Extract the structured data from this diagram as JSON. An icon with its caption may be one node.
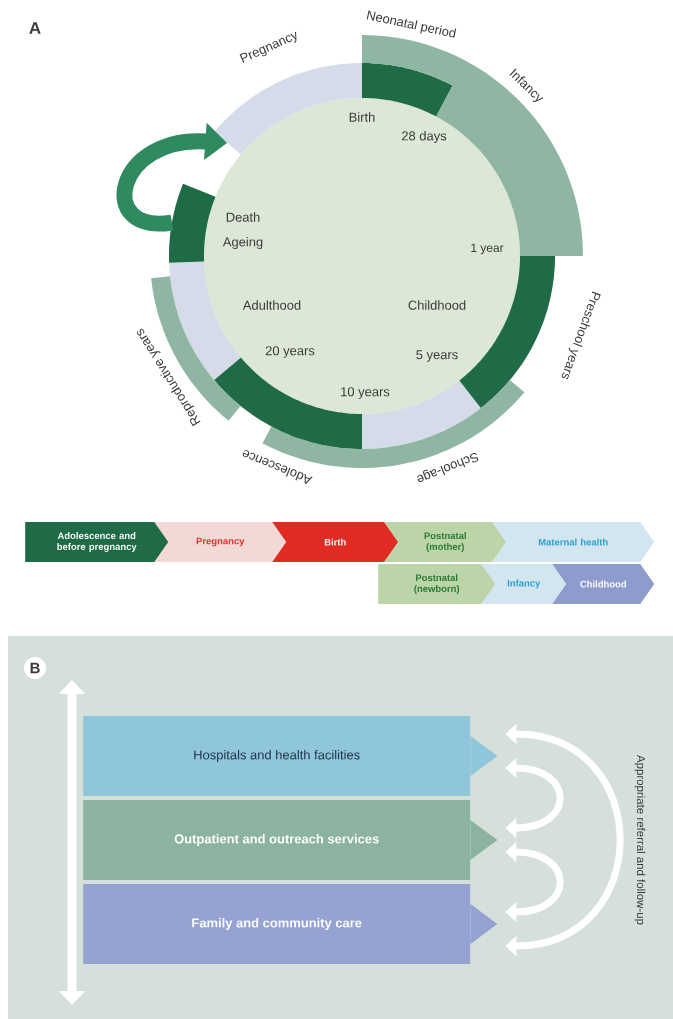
{
  "diagram": {
    "nodes": [
      {
        "text": [
          "Pregnancy"
        ]
      },
      {
        "text": [
          "Neonatal period"
        ]
      },
      {
        "text": [
          "Infancy"
        ]
      },
      {
        "text": [
          "Preschool years"
        ]
      },
      {
        "text": [
          "School-age"
        ]
      },
      {
        "text": [
          "Adolescence"
        ]
      },
      {
        "text": [
          "Reproductive years"
        ]
      },
      {
        "text": [],
        "shape": "bar",
        "beside": [
          "Death",
          "Ageing"
        ]
      },
      {
        "text": [
          "Adolescence and before pregnancy"
        ]
      },
      {
        "text": [
          "Pregnancy"
        ]
      },
      {
        "text": [
          "Birth"
        ]
      },
      {
        "text": [
          "Postnatal (mother)"
        ]
      },
      {
        "text": [
          "Maternal health"
        ]
      },
      {
        "text": [
          "Postnatal (newborn)"
        ]
      },
      {
        "text": [
          "Infancy"
        ]
      },
      {
        "text": [
          "Childhood"
        ]
      },
      {
        "text": [
          "Hospitals and health facilities"
        ]
      },
      {
        "text": [
          "Outpatient and outreach services"
        ]
      },
      {
        "text": [
          "Family and community care"
        ]
      }
    ],
    "edges": [
      {
        "from": 7,
        "to": 0,
        "arrow": "to",
        "style": "thick",
        "color": "#2f8a5f"
      },
      {
        "from": 16,
        "to": 18,
        "arrow": "both",
        "label": "Appropriate referral and follow-up"
      },
      {
        "from": 16,
        "to": 17,
        "arrow": "both"
      },
      {
        "from": 17,
        "to": 18,
        "arrow": "both"
      }
    ],
    "labels": [
      "A",
      "Birth",
      "28 days",
      "1 year",
      "Adulthood",
      "Childhood",
      "20 years",
      "5 years",
      "10 years",
      "B"
    ]
  }
}
